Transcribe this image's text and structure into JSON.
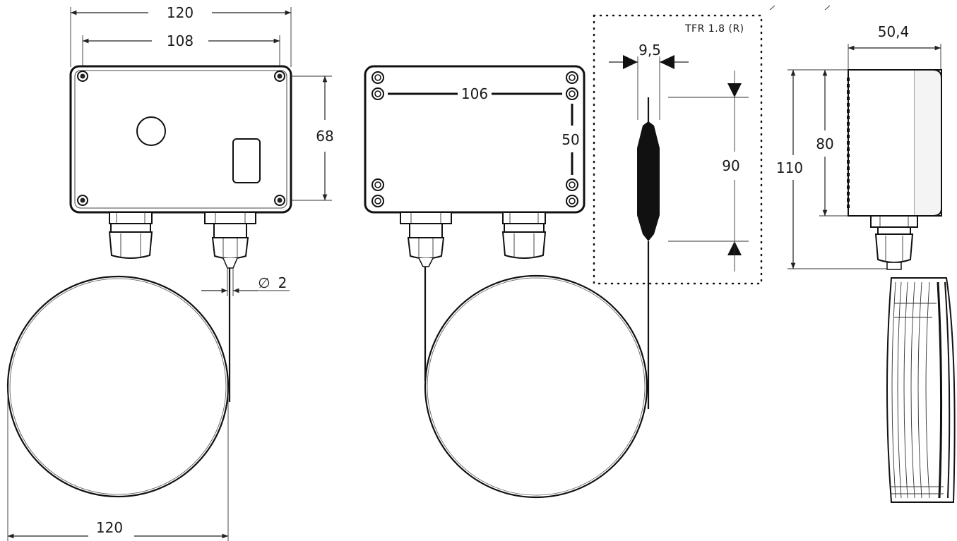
{
  "view1": {
    "width_outer": "120",
    "width_holes": "108",
    "height": "68",
    "capillary_diameter_symbol": "∅",
    "capillary_diameter": "2",
    "coil_diameter": "120"
  },
  "view2": {
    "hole_spacing_horizontal": "106",
    "hole_spacing_vertical": "50"
  },
  "sensor": {
    "label": "TFR 1.8 (R)",
    "diameter": "9,5",
    "length": "90"
  },
  "side_view": {
    "depth": "50,4",
    "height_total": "110",
    "height_body": "80"
  }
}
